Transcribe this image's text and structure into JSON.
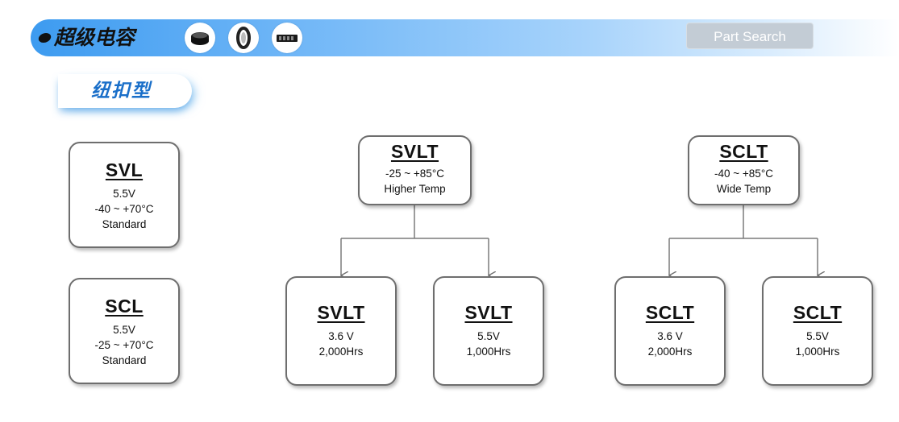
{
  "header": {
    "title": "超级电容",
    "search_label": "Part Search",
    "accent_color": "#3d9bf0"
  },
  "section": {
    "title": "纽扣型"
  },
  "thumbnails": [
    "capacitor-coin-icon",
    "capacitor-ring-icon",
    "capacitor-module-icon"
  ],
  "nodes": {
    "svl": {
      "title": "SVL",
      "lines": [
        "5.5V",
        "-40 ~ +70°C",
        "Standard"
      ]
    },
    "scl": {
      "title": "SCL",
      "lines": [
        "5.5V",
        "-25 ~ +70°C",
        "Standard"
      ]
    },
    "svlt": {
      "title": "SVLT",
      "lines": [
        "-25 ~ +85°C",
        "Higher Temp"
      ]
    },
    "svlt_a": {
      "title": "SVLT",
      "lines": [
        "3.6 V",
        "2,000Hrs"
      ]
    },
    "svlt_b": {
      "title": "SVLT",
      "lines": [
        "5.5V",
        "1,000Hrs"
      ]
    },
    "sclt": {
      "title": "SCLT",
      "lines": [
        "-40 ~ +85°C",
        "Wide Temp"
      ]
    },
    "sclt_a": {
      "title": "SCLT",
      "lines": [
        "3.6 V",
        "2,000Hrs"
      ]
    },
    "sclt_b": {
      "title": "SCLT",
      "lines": [
        "5.5V",
        "1,000Hrs"
      ]
    }
  }
}
